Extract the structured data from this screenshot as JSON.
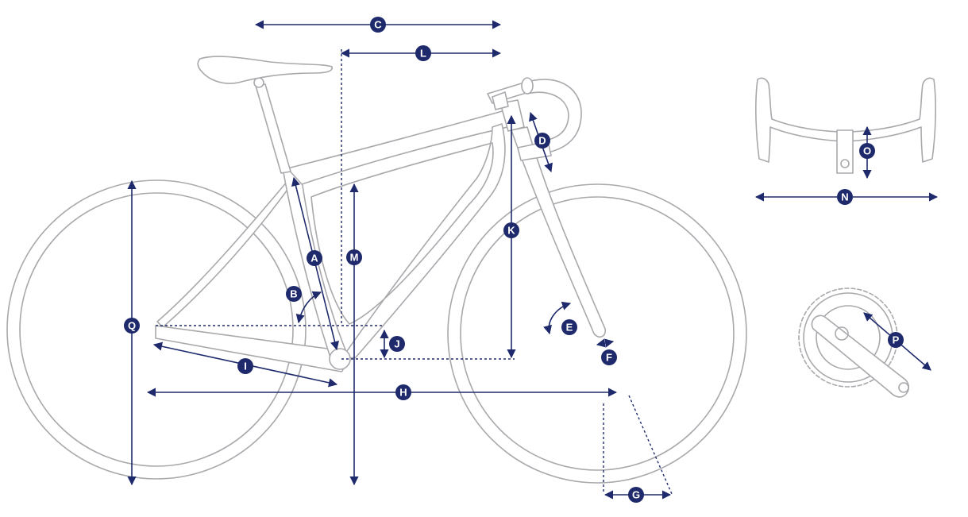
{
  "colors": {
    "dimension": "#1e2a6b",
    "outline": "#a9a9ad",
    "background": "#ffffff"
  },
  "labels": {
    "A": "A",
    "B": "B",
    "C": "C",
    "D": "D",
    "E": "E",
    "F": "F",
    "G": "G",
    "H": "H",
    "I": "I",
    "J": "J",
    "K": "K",
    "L": "L",
    "M": "M",
    "N": "N",
    "O": "O",
    "P": "P",
    "Q": "Q"
  }
}
